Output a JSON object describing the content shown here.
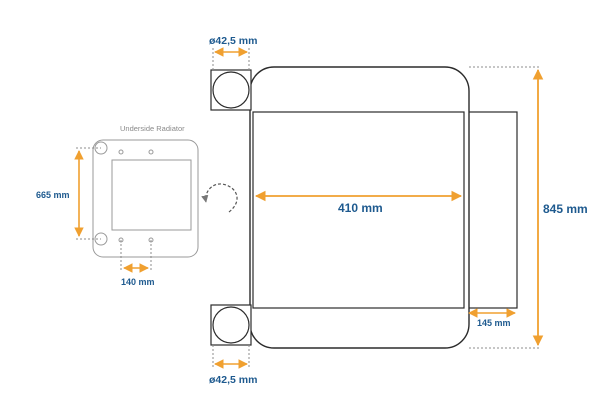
{
  "colors": {
    "dimension_arrow": "#f0a030",
    "dimension_text": "#1e5a8f",
    "outline_main": "#2b2b2b",
    "outline_inset": "#9a9a9a",
    "guide_dashed": "#8c8c8c"
  },
  "inset": {
    "caption": "Underside Radiator",
    "height_label": "665 mm",
    "spacing_label": "140 mm"
  },
  "main": {
    "width_label": "410 mm",
    "height_label": "845 mm",
    "depth_label": "145 mm",
    "tube_top_label": "ø42,5 mm",
    "tube_bottom_label": "ø42,5 mm"
  },
  "icons": {
    "rotate": "rotate-arrow-icon"
  }
}
